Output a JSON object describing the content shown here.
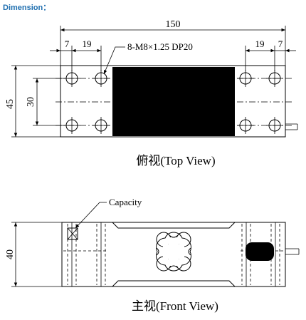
{
  "header": {
    "title": "Dimension："
  },
  "top_view": {
    "caption": "俯视(Top View)",
    "dim_overall_length": "150",
    "dim_left_edge": "7",
    "dim_left_pitch": "19",
    "dim_right_pitch": "19",
    "dim_right_edge": "7",
    "dim_height": "45",
    "dim_hole_spacing": "30",
    "thread_callout": "8-M8×1.25 DP20"
  },
  "front_view": {
    "caption": "主视(Front View)",
    "dim_height": "40",
    "capacity_label": "Capacity"
  }
}
